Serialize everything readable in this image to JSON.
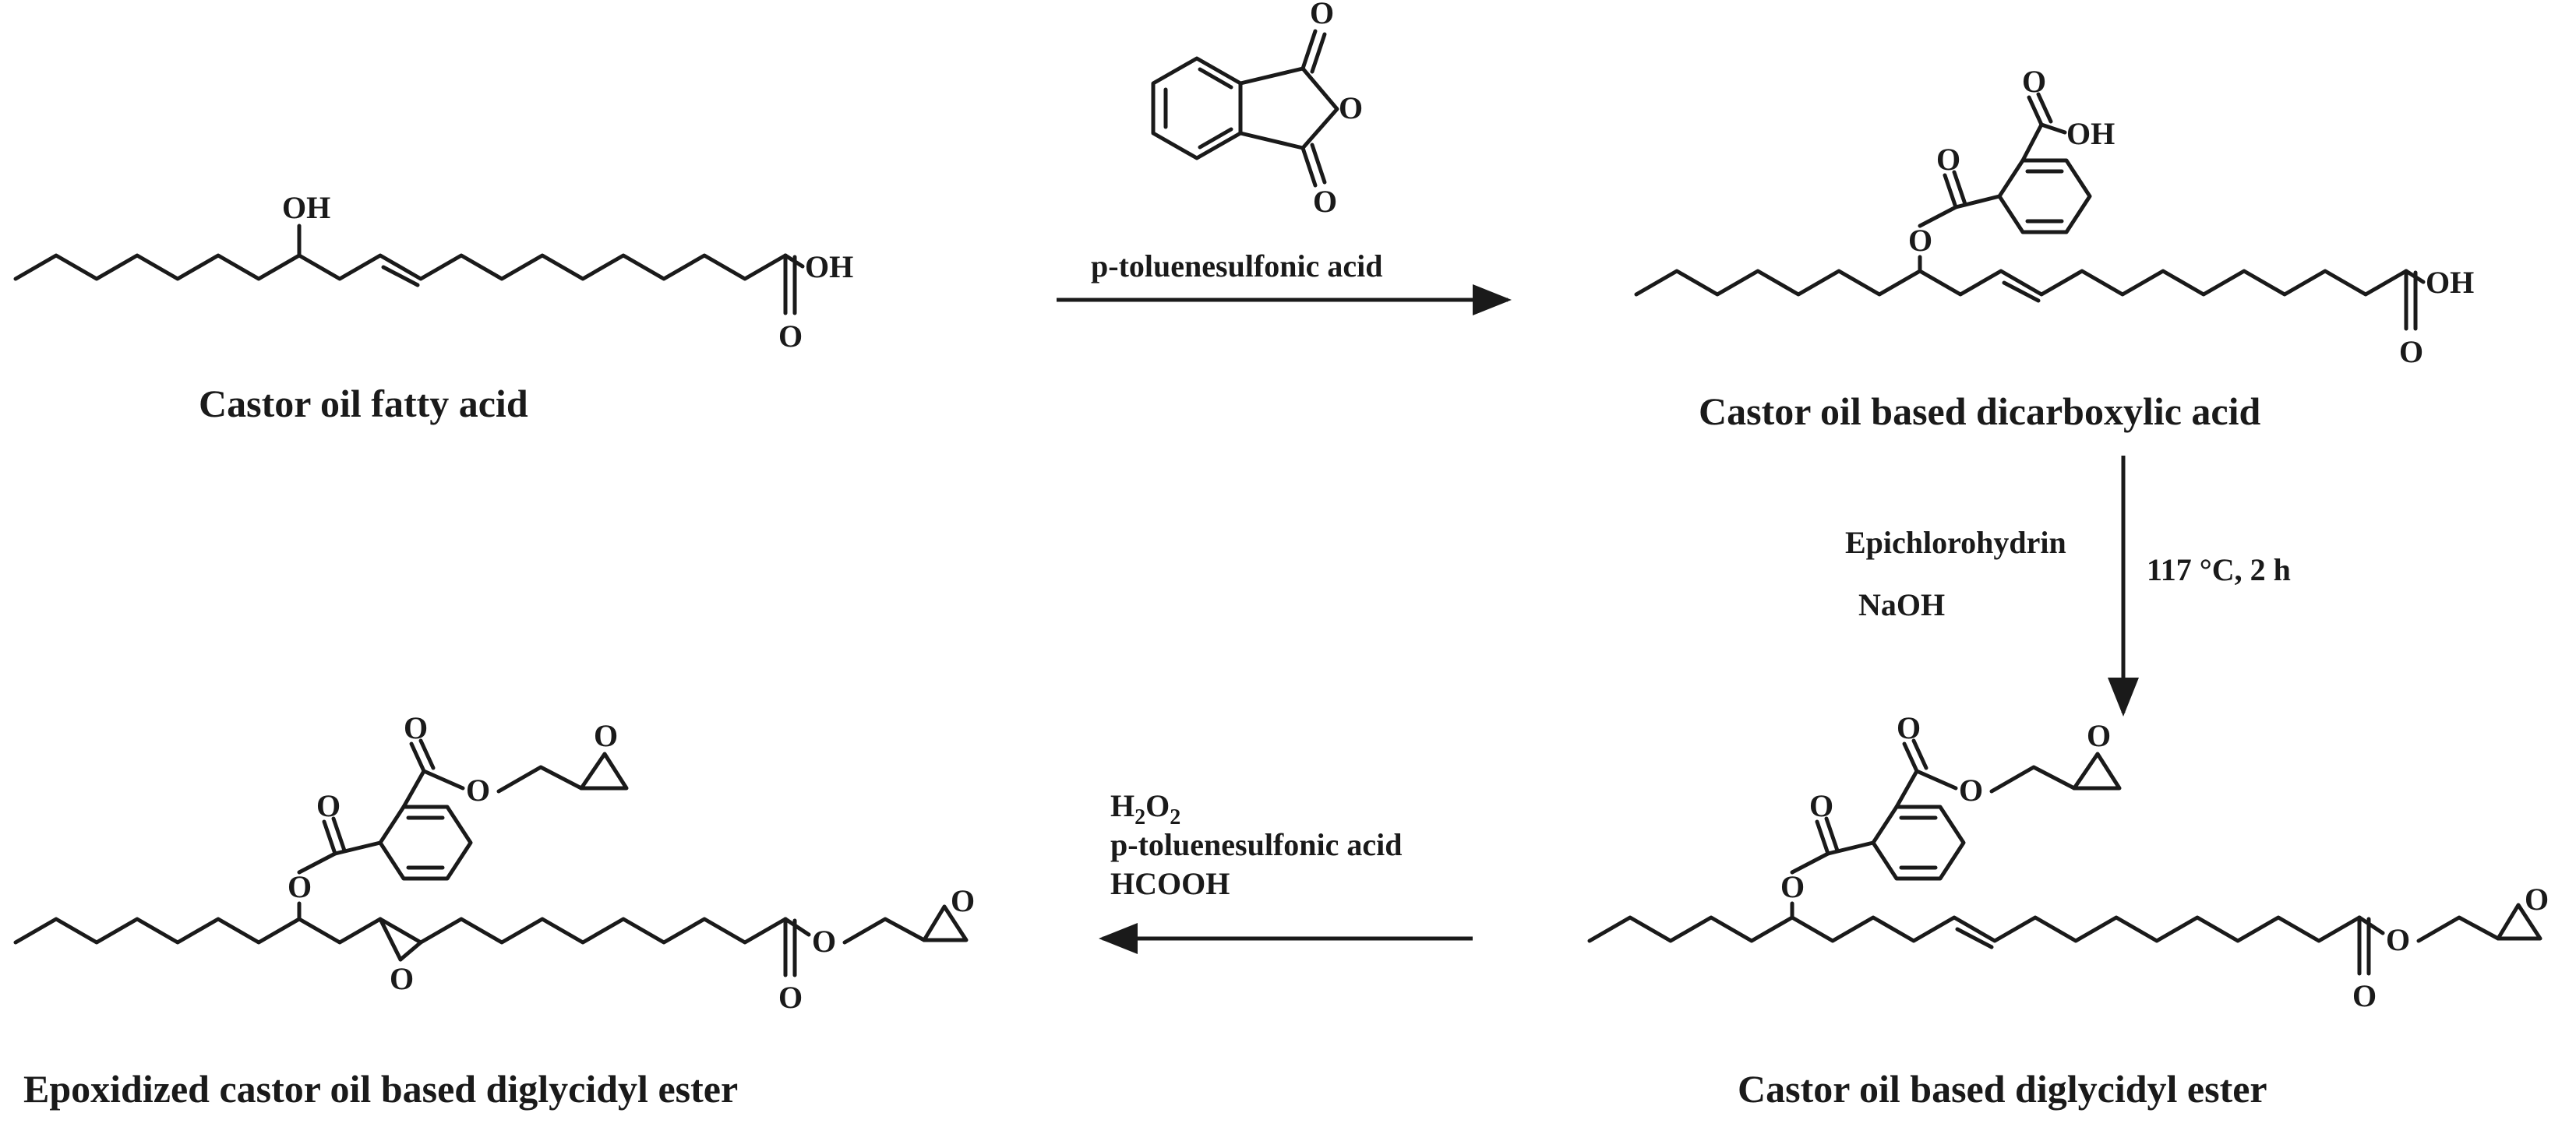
{
  "compounds": {
    "castor_oil_fatty_acid": "Castor oil fatty acid",
    "dicarboxylic_acid": "Castor oil based dicarboxylic acid",
    "diglycidyl_ester": "Castor oil based diglycidyl ester",
    "epoxidized_diglycidyl_ester": "Epoxidized castor oil based diglycidyl ester"
  },
  "steps": {
    "step1": {
      "catalyst": "p-toluenesulfonic acid"
    },
    "step2": {
      "reagent_1": "Epichlorohydrin",
      "reagent_2": "NaOH",
      "conditions": "117 °C, 2 h"
    },
    "step3": {
      "oxidant_base": "H",
      "oxidant_sub1": "2",
      "oxidant_mid": "O",
      "oxidant_sub2": "2",
      "catalyst": "p-toluenesulfonic acid",
      "acid": "HCOOH"
    }
  },
  "atoms": {
    "oxygen": "O",
    "hydroxyl": "OH"
  }
}
